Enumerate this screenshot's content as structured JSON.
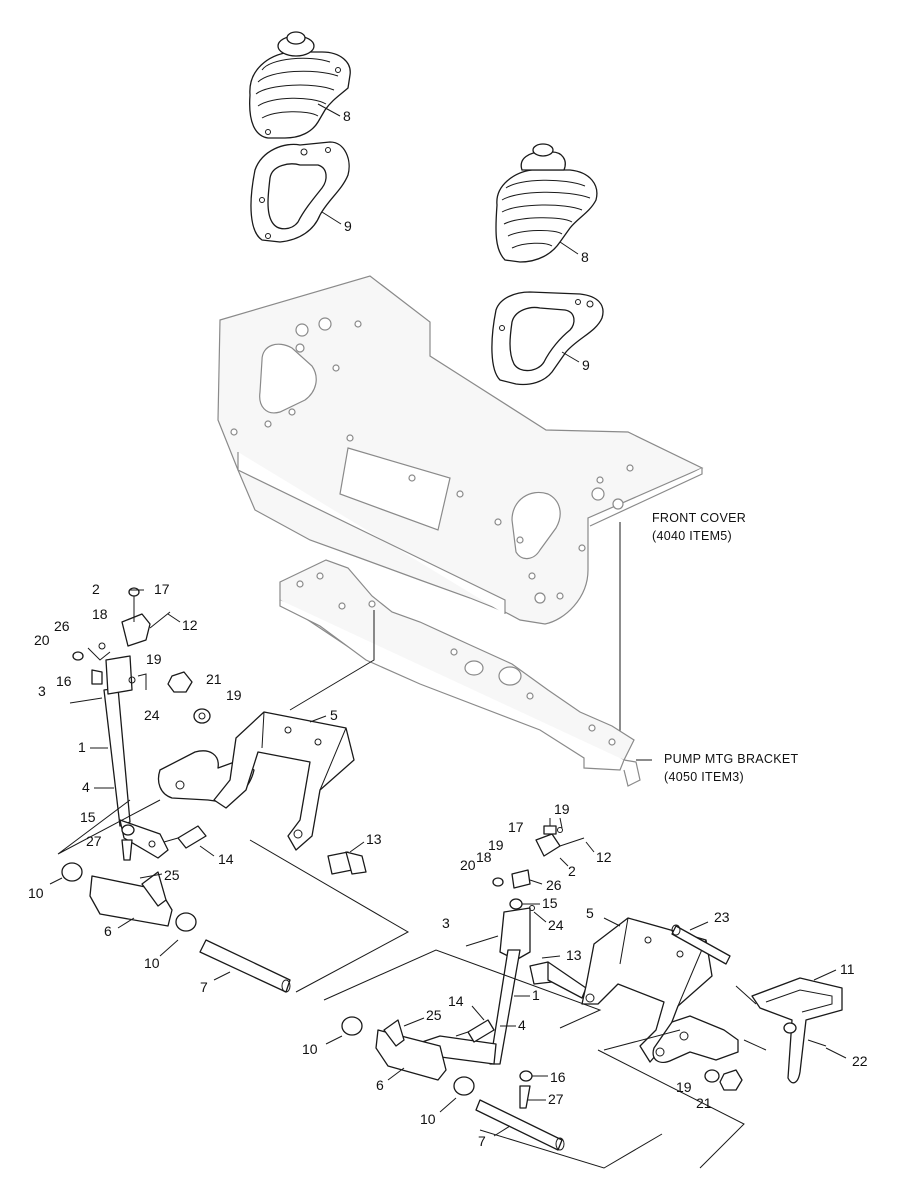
{
  "notes": {
    "front_cover_line1": "FRONT COVER",
    "front_cover_line2": "(4040 ITEM5)",
    "pump_bracket_line1": "PUMP MTG BRACKET",
    "pump_bracket_line2": "(4050 ITEM3)"
  },
  "callouts": {
    "boot_left": "8",
    "plate_left": "9",
    "boot_right": "8",
    "plate_right": "9",
    "L2": "2",
    "L17": "17",
    "L18": "18",
    "L12": "12",
    "L26": "26",
    "L20": "20",
    "L19a": "19",
    "L16": "16",
    "L3": "3",
    "L24": "24",
    "L21": "21",
    "L19b": "19",
    "L5": "5",
    "L1": "1",
    "L4": "4",
    "L15": "15",
    "L27": "27",
    "L14": "14",
    "L13": "13",
    "L10a": "10",
    "L25": "25",
    "L6": "6",
    "L10b": "10",
    "L7": "7",
    "R19a": "19",
    "R17": "17",
    "R19b": "19",
    "R18": "18",
    "R12": "12",
    "R2": "2",
    "R20": "20",
    "R26": "26",
    "R15": "15",
    "R24": "24",
    "R3": "3",
    "R5": "5",
    "R23": "23",
    "R13": "13",
    "R1": "1",
    "R11": "11",
    "R14": "14",
    "R25": "25",
    "R4": "4",
    "R10a": "10",
    "R22": "22",
    "R6": "6",
    "R16": "16",
    "R19c": "19",
    "R21": "21",
    "R27": "27",
    "R10b": "10",
    "R7": "7"
  }
}
